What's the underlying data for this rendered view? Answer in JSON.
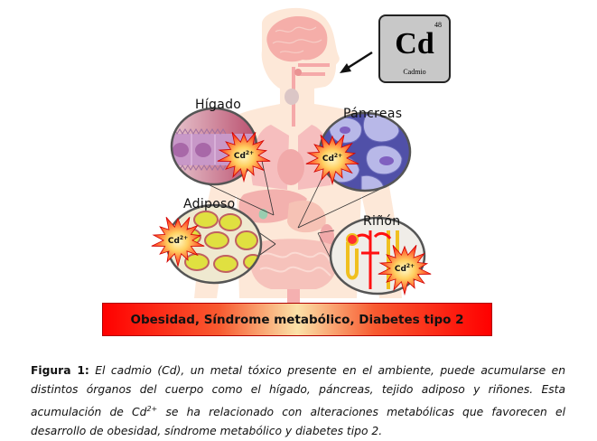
{
  "element": {
    "symbol": "Cd",
    "atomic_number": "48",
    "name": "Cadmio"
  },
  "organs": [
    {
      "label": "Hígado",
      "badge": "Cd",
      "charge": "2+"
    },
    {
      "label": "Páncreas",
      "badge": "Cd",
      "charge": "2+"
    },
    {
      "label": "Adiposo",
      "badge": "Cd",
      "charge": "2+"
    },
    {
      "label": "Riñón",
      "badge": "Cd",
      "charge": "2+"
    }
  ],
  "banner": {
    "text": "Obesidad, Síndrome metabólico, Diabetes tipo 2"
  },
  "caption": {
    "label": "Figura 1:",
    "text_part1": " El cadmio (Cd), un metal tóxico presente en el ambiente, puede acumularse en distintos órganos del cuerpo como el hígado, páncreas, tejido adiposo y riñones. Esta acumulación de Cd",
    "superscript": "2+",
    "text_part2": " se ha relacionado con alteraciones metabólicas que favorecen el desarrollo de obesidad, síndrome metabólico y diabetes tipo 2."
  },
  "colors": {
    "body": "#fde3d0",
    "organs": "#f7b3b0",
    "star": "#ff1a1a",
    "banner_red": "#ff0000",
    "banner_center": "#fbe2a8"
  }
}
